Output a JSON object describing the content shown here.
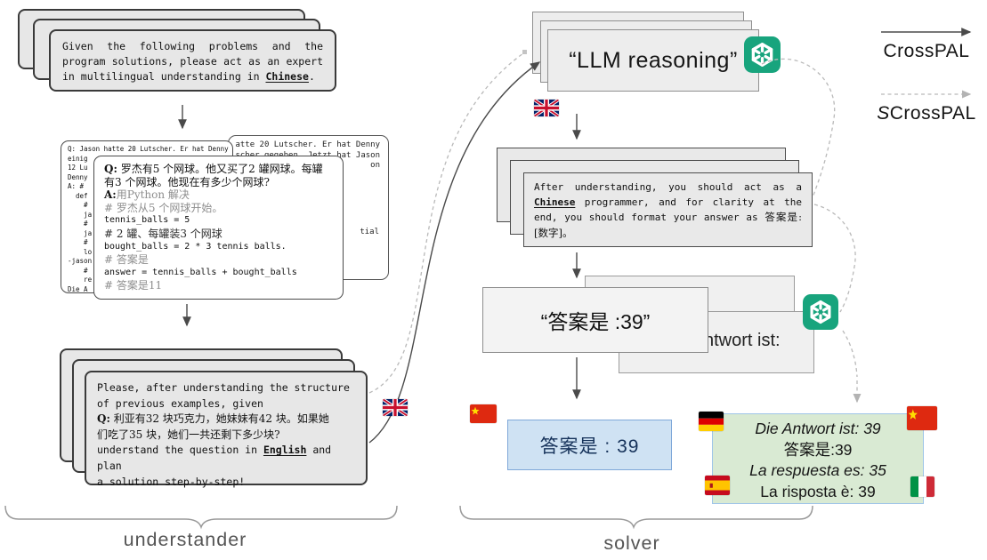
{
  "legend": {
    "solid_label": "CrossPAL",
    "dashed_label_prefix": "S",
    "dashed_label_rest": "CrossPAL"
  },
  "understander": {
    "brace_label": "understander",
    "role_card": {
      "pre": "Given the following problems and the program solutions, please act as an expert in multilingual understanding in ",
      "language": "Chinese",
      "post": "."
    },
    "example_back_card": {
      "fragments": "atte 20 Lutscher. Er hat Denny\nscher gegeben. Jetzt hat Jason\non",
      "fragment_bottom": "tial"
    },
    "example_left_card": {
      "text": "Q: Jason hatte 20 Lutscher. Er hat Denny\neinig\n12 Lu\nDenny\nA: #\n  def\n    #\n    ja\n    #\n    ja\n    #\n    lo\n-jason\n    #\n    re\nDie A"
    },
    "example_front_card": {
      "q_label": "Q:",
      "q_text": " 罗杰有5 个网球。他又买了2 罐网球。每罐有3 个网球。他现在有多少个网球?",
      "a_label": "A:",
      "a_text": "用Python 解决",
      "comment_1": "# 罗杰从5 个网球开始。",
      "code_1": "tennis_balls = 5",
      "comment_2": "# 2 罐、每罐装3 个网球",
      "code_2": "bought_balls = 2 * 3 tennis balls.",
      "comment_3": "# 答案是",
      "code_3": "answer = tennis_balls + bought_balls",
      "comment_4": "# 答案是11"
    },
    "task_card": {
      "line_1": "Please, after understanding the structure",
      "line_2": "of previous examples, given",
      "q_label": "Q:",
      "q_line_1": " 利亚有32 块巧克力，她妹妹有42 块。如果她",
      "q_line_2": "们吃了35 块，她们一共还剩下多少块?",
      "line_5_pre": "understand the question in ",
      "line_5_language": "English",
      "line_5_post": " and plan",
      "line_6": "a solution step-by-step!"
    }
  },
  "solver": {
    "brace_label": "solver",
    "reasoning_card": {
      "text": "“LLM reasoning”"
    },
    "format_card": {
      "pre": "After understanding, you should act as a ",
      "language": "Chinese",
      "mid": " programmer, and for clarity at the end, you should format your answer as ",
      "zh_suffix": "答案是: [数字]。"
    },
    "answer_card": {
      "text": "“答案是 :39”"
    },
    "answer_back_card": {
      "fragment": "ntwort ist:"
    },
    "final_answer_blue": {
      "text": "答案是 : 39"
    },
    "final_answer_green": {
      "line_1": "Die Antwort ist: 39",
      "line_2": "答案是:39",
      "line_3": "La respuesta es: 35",
      "line_4": "La risposta è: 39"
    }
  },
  "icons": {
    "openai": "openai-logo",
    "flag_uk": "United Kingdom flag",
    "flag_cn": "China flag",
    "flag_de": "Germany flag",
    "flag_es": "Spain flag",
    "flag_it": "Italy flag"
  },
  "colors": {
    "openai_green": "#18a47d",
    "blue_box_fill": "#cfe2f3",
    "blue_box_border": "#7fa8d9",
    "green_box_fill": "#d9ead3",
    "green_box_border": "#9fc5e8"
  }
}
